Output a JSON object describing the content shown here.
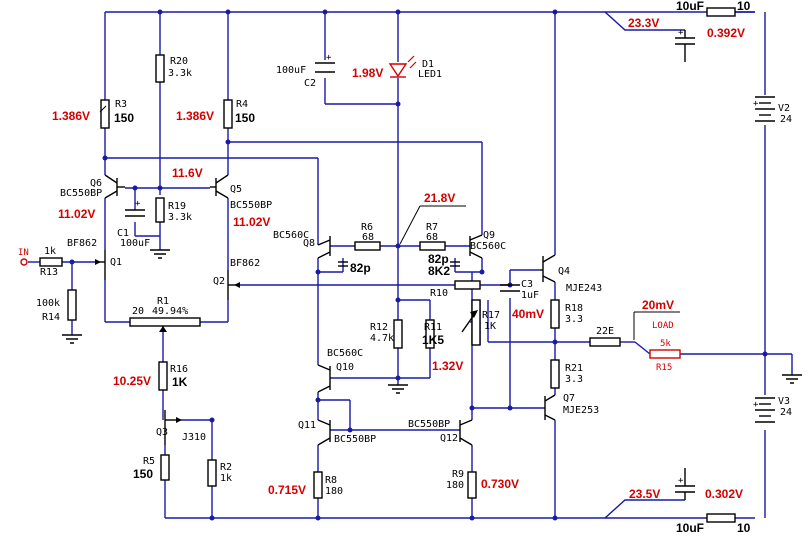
{
  "labels": {
    "input": "IN",
    "r13": "R13",
    "r13_val": "1k",
    "r14": "R14",
    "r14_val": "100k",
    "q1": "Q1",
    "q1_part": "BF862",
    "q2": "Q2",
    "q2_part": "BF862",
    "q3": "Q3",
    "q3_part": "J310",
    "q5": "Q5",
    "q5_part": "BC550BP",
    "q6": "Q6",
    "q6_part": "BC550BP",
    "q8": "Q8",
    "q8_part": "BC560C",
    "q9": "Q9",
    "q9_part": "BC560C",
    "q10": "Q10",
    "q10_part": "BC560C",
    "q11": "Q11",
    "q11_part": "BC550BP",
    "q12": "Q12",
    "q12_part": "BC550BP",
    "q4": "Q4",
    "q4_part": "MJE243",
    "q7": "Q7",
    "q7_part": "MJE253",
    "r3": "R3",
    "r3_val": "150",
    "r4": "R4",
    "r4_val": "150",
    "r20": "R20",
    "r20_val": "3.3k",
    "r19": "R19",
    "r19_val": "3.3k",
    "c1": "C1",
    "c1_val": "100uF",
    "r1": "R1",
    "r1_val": "20",
    "r1_pct": "49.94%",
    "r16": "R16",
    "r16_val": "1K",
    "r5": "R5",
    "r5_val": "150",
    "r2": "R2",
    "r2_val": "1k",
    "c2": "C2",
    "c2_val": "100uF",
    "d1": "D1",
    "d1_part": "LED1",
    "r6": "R6",
    "r6_val": "68",
    "r7": "R7",
    "r7_val": "68",
    "c82a": "82p",
    "c82b": "82p",
    "r10": "R10",
    "r10_val": "8K2",
    "r12": "R12",
    "r12_val": "4.7k",
    "r11": "R11",
    "r11_val": "1K5",
    "r17": "R17",
    "r17_val": "1K",
    "c3": "C3",
    "c3_val": "1uF",
    "r18": "R18",
    "r18_val": "3.3",
    "r21": "R21",
    "r21_val": "3.3",
    "r22": "22E",
    "load": "LOAD",
    "r15": "R15",
    "r15_val": "5k",
    "r8": "R8",
    "r8_val": "180",
    "r9": "R9",
    "r9_val": "180",
    "v2": "V2",
    "v2_val": "24",
    "v3": "V3",
    "v3_val": "24",
    "cap_top": "10uF",
    "res_top": "10",
    "cap_bot": "10uF",
    "res_bot": "10"
  },
  "voltages": {
    "v_23_3": "23.3V",
    "v_0_392": "0.392V",
    "v_1_98": "1.98V",
    "v_r3": "1.386V",
    "v_r4": "1.386V",
    "v_11_6": "11.6V",
    "v_11_02a": "11.02V",
    "v_11_02b": "11.02V",
    "v_21_8": "21.8V",
    "v_20mv": "20mV",
    "v_40mv": "40mV",
    "v_1_32": "1.32V",
    "v_10_25": "10.25V",
    "v_0_715": "0.715V",
    "v_0_730": "0.730V",
    "v_23_5": "23.5V",
    "v_0_302": "0.302V"
  },
  "colors": {
    "wire": "#1a1aa8",
    "annotation": "#d40000",
    "component": "#000000"
  }
}
